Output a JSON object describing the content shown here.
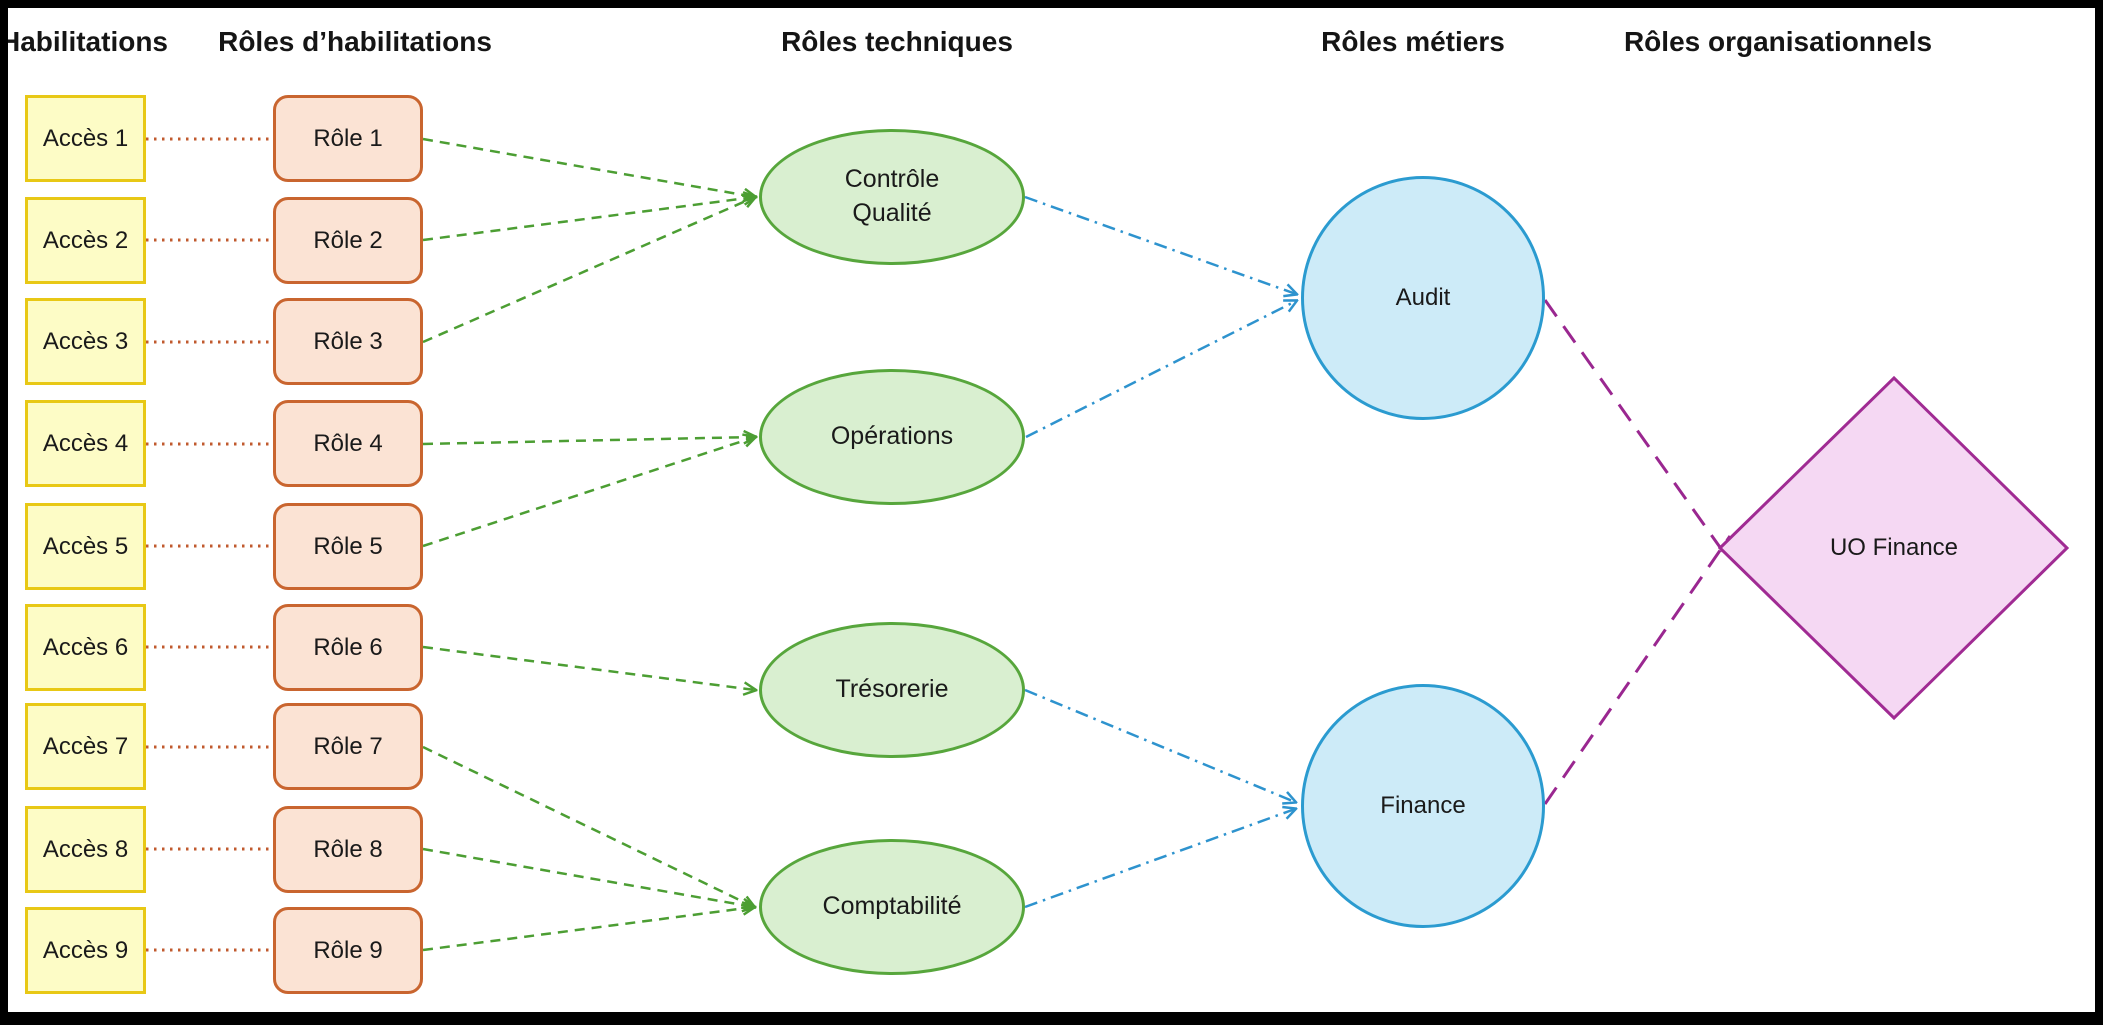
{
  "columns": [
    {
      "label": "Habilitations"
    },
    {
      "label": "Rôles d’habilitations"
    },
    {
      "label": "Rôles techniques"
    },
    {
      "label": "Rôles métiers"
    },
    {
      "label": "Rôles organisationnels"
    }
  ],
  "habilitations": [
    "Accès 1",
    "Accès 2",
    "Accès 3",
    "Accès 4",
    "Accès 5",
    "Accès 6",
    "Accès 7",
    "Accès 8",
    "Accès 9"
  ],
  "roles": [
    "Rôle 1",
    "Rôle 2",
    "Rôle 3",
    "Rôle 4",
    "Rôle 5",
    "Rôle 6",
    "Rôle 7",
    "Rôle 8",
    "Rôle 9"
  ],
  "techniques": [
    "Contrôle Qualité",
    "Opérations",
    "Trésorerie",
    "Comptabilité"
  ],
  "metiers": [
    "Audit",
    "Finance"
  ],
  "organisationnels": [
    "UO Finance"
  ],
  "links": {
    "acces_to_role": [
      [
        "Accès 1",
        "Rôle 1"
      ],
      [
        "Accès 2",
        "Rôle 2"
      ],
      [
        "Accès 3",
        "Rôle 3"
      ],
      [
        "Accès 4",
        "Rôle 4"
      ],
      [
        "Accès 5",
        "Rôle 5"
      ],
      [
        "Accès 6",
        "Rôle 6"
      ],
      [
        "Accès 7",
        "Rôle 7"
      ],
      [
        "Accès 8",
        "Rôle 8"
      ],
      [
        "Accès 9",
        "Rôle 9"
      ]
    ],
    "role_to_technique": [
      [
        "Rôle 1",
        "Contrôle Qualité"
      ],
      [
        "Rôle 2",
        "Contrôle Qualité"
      ],
      [
        "Rôle 3",
        "Contrôle Qualité"
      ],
      [
        "Rôle 4",
        "Opérations"
      ],
      [
        "Rôle 5",
        "Opérations"
      ],
      [
        "Rôle 6",
        "Trésorerie"
      ],
      [
        "Rôle 7",
        "Comptabilité"
      ],
      [
        "Rôle 8",
        "Comptabilité"
      ],
      [
        "Rôle 9",
        "Comptabilité"
      ]
    ],
    "technique_to_metier": [
      [
        "Contrôle Qualité",
        "Audit"
      ],
      [
        "Opérations",
        "Audit"
      ],
      [
        "Trésorerie",
        "Finance"
      ],
      [
        "Comptabilité",
        "Finance"
      ]
    ],
    "metier_to_organisationnel": [
      [
        "Audit",
        "UO Finance"
      ],
      [
        "Finance",
        "UO Finance"
      ]
    ]
  },
  "colors": {
    "acces_fill": "#FDFCC6",
    "acces_border": "#E8C815",
    "role_fill": "#FBE3D4",
    "role_border": "#C9652F",
    "acces_link": "#C05A2E",
    "technique_fill": "#D9EFD0",
    "technique_border": "#57A63C",
    "role_link": "#4C9E33",
    "metier_fill": "#CDEBF8",
    "metier_border": "#2B9BD0",
    "technique_link": "#2E93CE",
    "org_fill": "#F5D8F3",
    "org_border": "#A02B93",
    "metier_link": "#9A2790",
    "frame": "#000000"
  }
}
